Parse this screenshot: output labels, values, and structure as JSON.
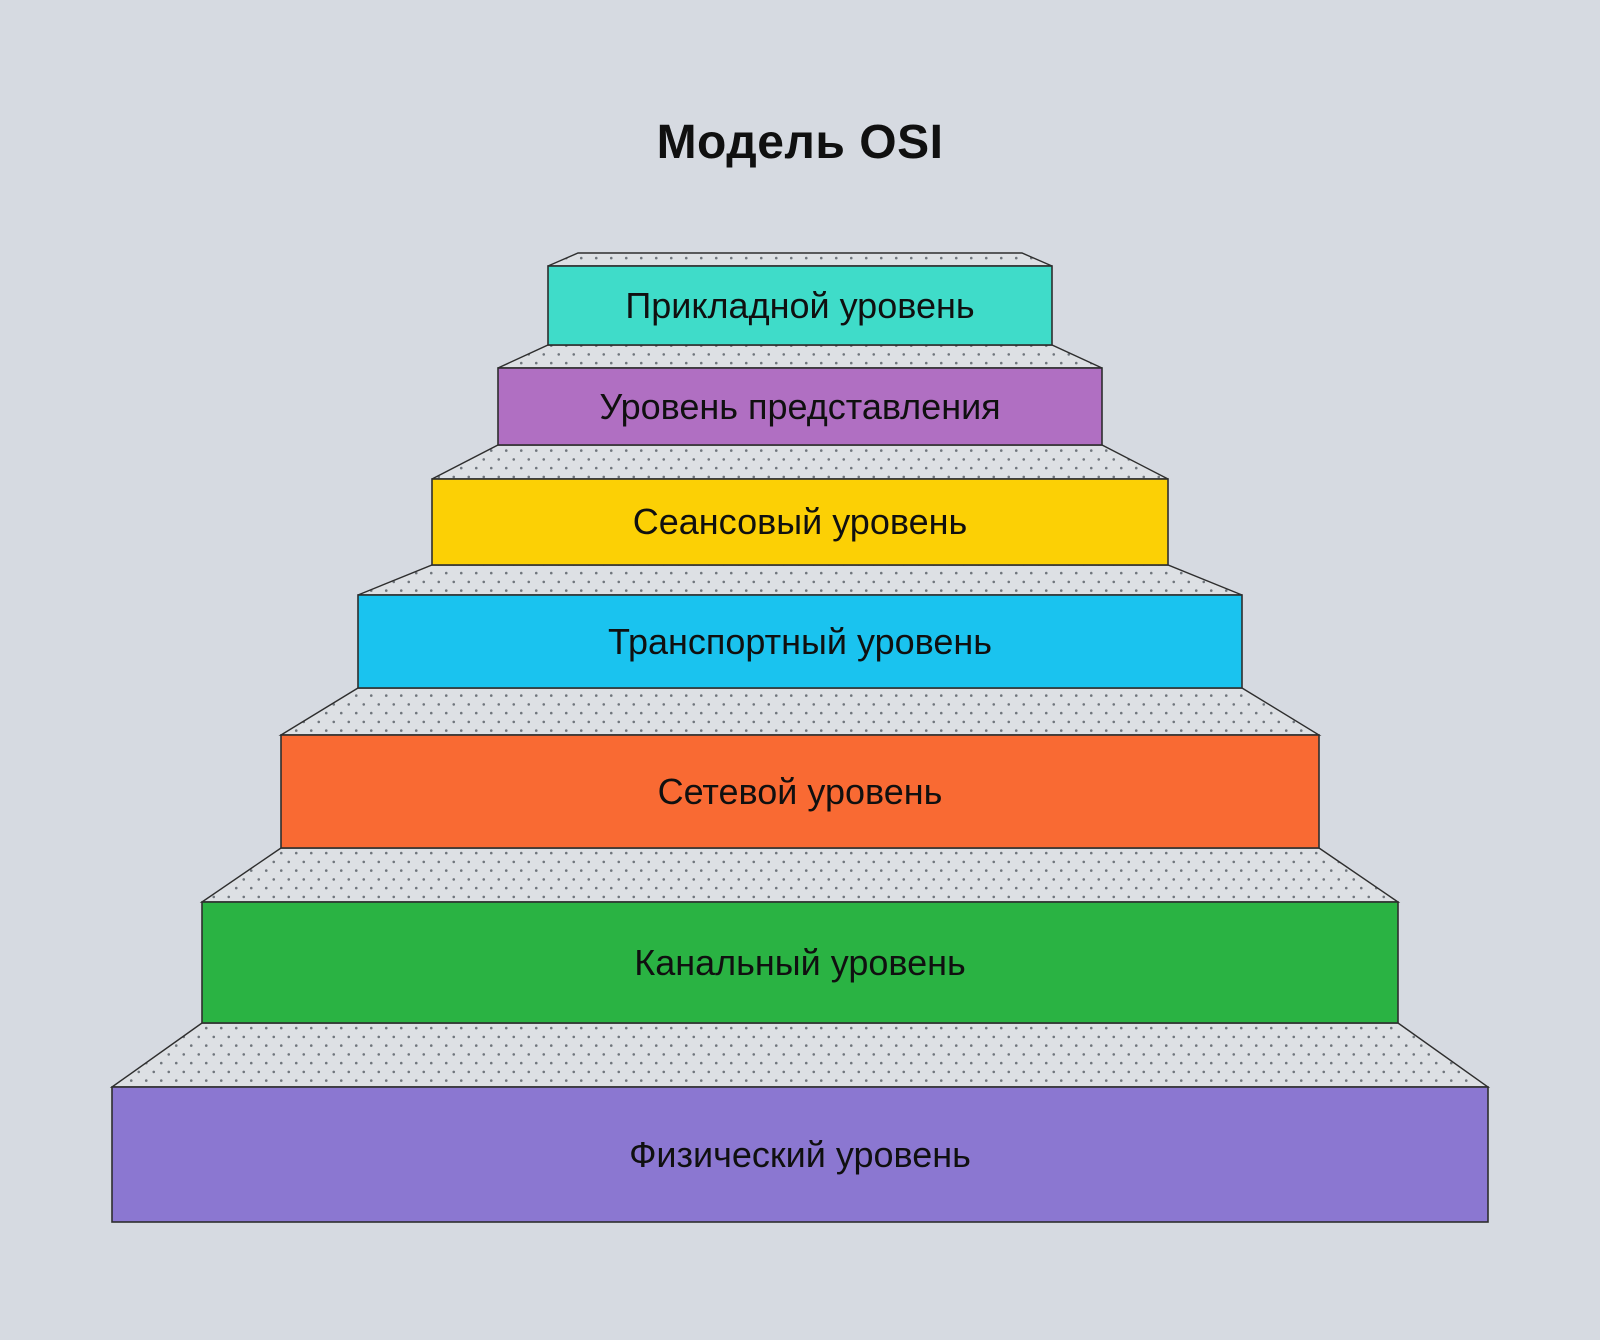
{
  "title": "Модель OSI",
  "colors": {
    "background": "#d6dae1",
    "tread_fill": "#dde0e4",
    "tread_dot": "#70767d",
    "outline": "#2e2e2e",
    "text": "#101010"
  },
  "layers": [
    {
      "name": "application",
      "label": "Прикладной уровень",
      "color": "#3fdcc9"
    },
    {
      "name": "presentation",
      "label": "Уровень представления",
      "color": "#b06fc2"
    },
    {
      "name": "session",
      "label": "Сеансовый уровень",
      "color": "#fcd005"
    },
    {
      "name": "transport",
      "label": "Транспортный уровень",
      "color": "#1ac3ef"
    },
    {
      "name": "network",
      "label": "Сетевой уровень",
      "color": "#f96a33"
    },
    {
      "name": "data-link",
      "label": "Канальный уровень",
      "color": "#2ab343"
    },
    {
      "name": "physical",
      "label": "Физический уровень",
      "color": "#8b77d1"
    }
  ]
}
